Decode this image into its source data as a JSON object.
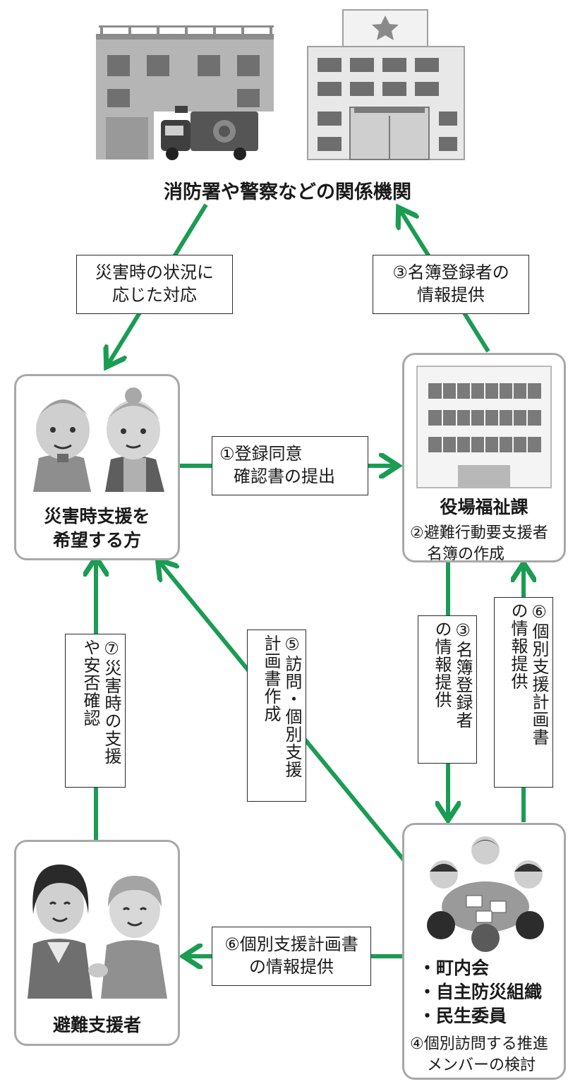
{
  "agencies": {
    "title": "消防署や警察などの関係機関"
  },
  "person": {
    "line1": "災害時支援を",
    "line2": "希望する方"
  },
  "welfare": {
    "title": "役場福祉課",
    "note_line1": "②避難行動要支援者",
    "note_line2": "名簿の作成"
  },
  "community": {
    "items": [
      "・町内会",
      "・自主防災組織",
      "・民生委員"
    ],
    "note_line1": "④個別訪問する推進",
    "note_line2": "メンバーの検討"
  },
  "supporter": {
    "title": "避難支援者"
  },
  "labels": {
    "response_line1": "災害時の状況に",
    "response_line2": "応じた対応",
    "registry_info_line1": "③名簿登録者の",
    "registry_info_line2": "情報提供",
    "consent_line1": "①登録同意",
    "consent_line2": "確認書の提出",
    "v_registry_line1": "③名簿登録者",
    "v_registry_line2": "の情報提供",
    "v_plan_line1": "⑥個別支援計画書",
    "v_plan_line2": "の情報提供",
    "v_visit_line1": "⑤訪問・個別支援",
    "v_visit_line2": "計画書作成",
    "v_support_line1": "⑦災害時の支援",
    "v_support_line2": "や安否確認",
    "plan_info_line1": "⑥個別支援計画書",
    "plan_info_line2": "の情報提供"
  },
  "colors": {
    "arrow": "#1a9c53",
    "card_border": "#a8a8a8"
  }
}
